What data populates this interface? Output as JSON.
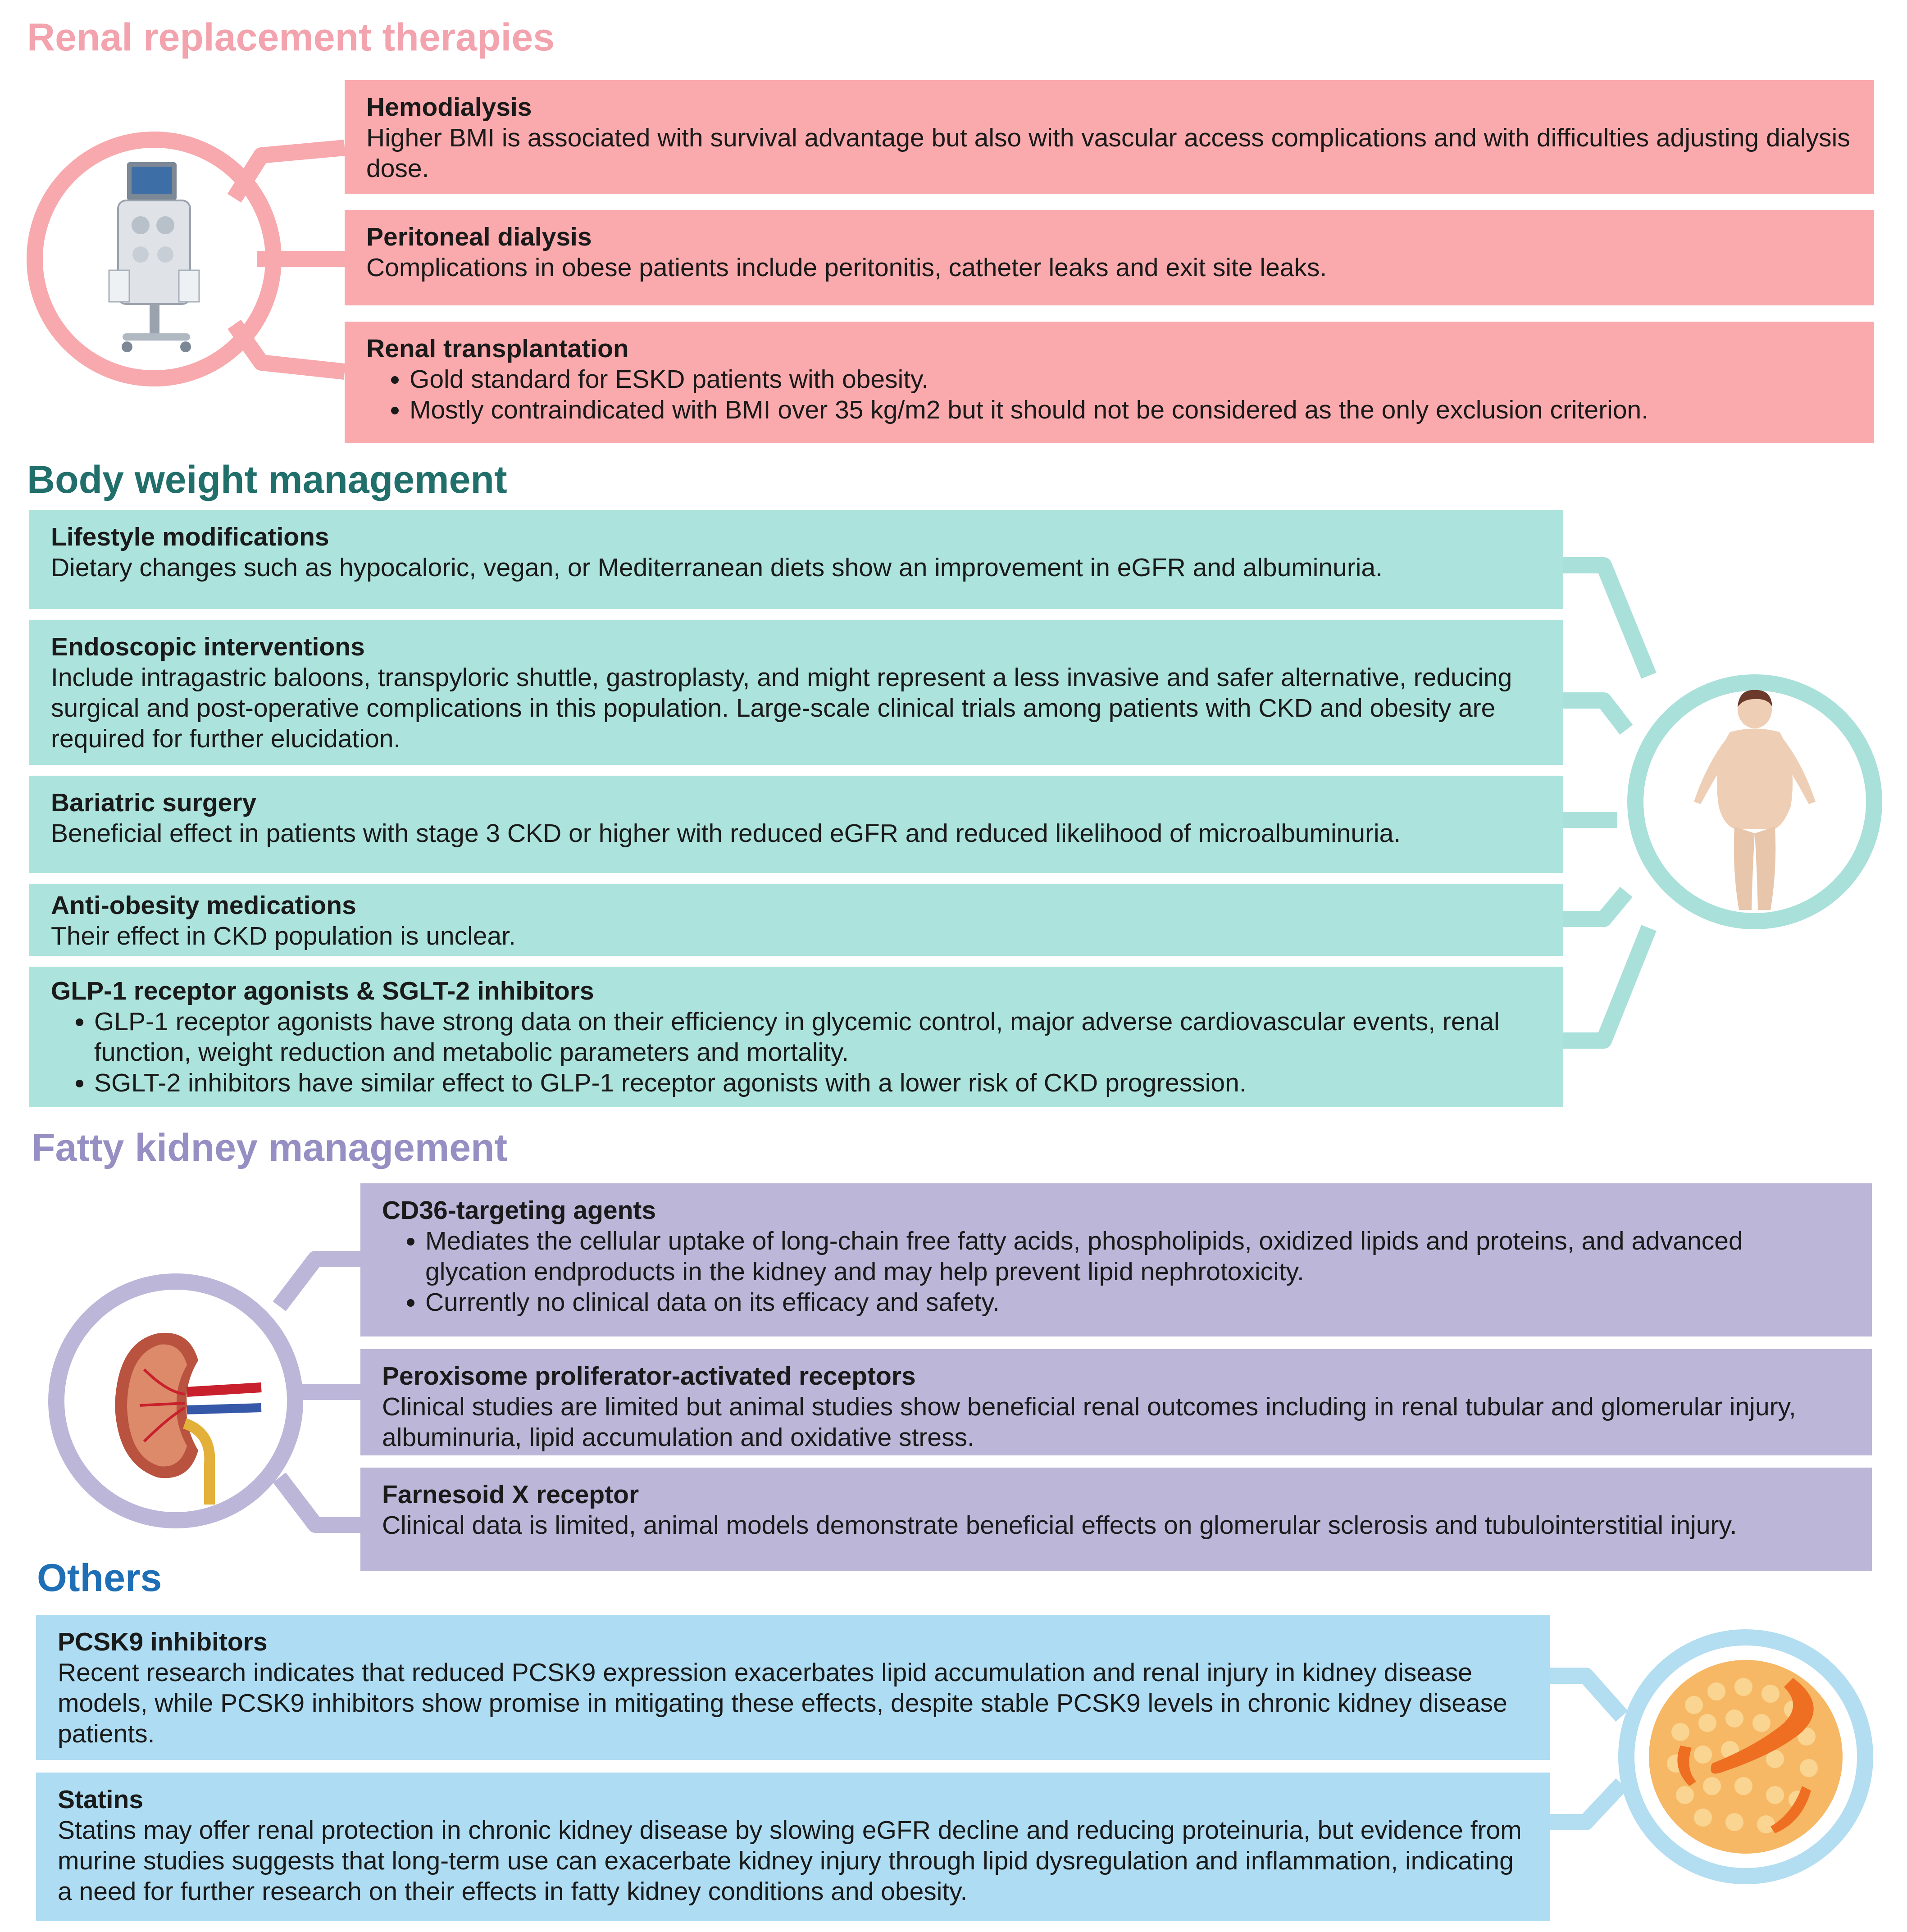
{
  "sections": {
    "rrt": {
      "title": "Renal replacement therapies",
      "color": "#f3a3ad",
      "box_color": "#faa9ad",
      "icon": "dialysis-machine-icon",
      "items": [
        {
          "title": "Hemodialysis",
          "text": "Higher BMI is associated with survival advantage but also with vascular access complications and with difficulties adjusting dialysis dose."
        },
        {
          "title": "Peritoneal dialysis",
          "text": "Complications in obese patients include peritonitis, catheter leaks and exit site leaks."
        },
        {
          "title": "Renal transplantation",
          "bullets": [
            "Gold standard for ESKD patients with obesity.",
            "Mostly contraindicated with BMI over 35 kg/m2 but it should not be considered as the only exclusion criterion."
          ]
        }
      ]
    },
    "bwm": {
      "title": "Body weight management",
      "color": "#216f6a",
      "box_color": "#ace3dc",
      "icon": "obese-person-icon",
      "items": [
        {
          "title": "Lifestyle modifications",
          "text": "Dietary changes such as hypocaloric, vegan, or Mediterranean diets show an improvement in eGFR and albuminuria."
        },
        {
          "title": "Endoscopic interventions",
          "text": "Include intragastric baloons, transpyloric shuttle, gastroplasty, and might represent a less invasive and safer alternative, reducing surgical and post-operative complications in this population. Large-scale clinical trials among patients with CKD and obesity are required for further elucidation."
        },
        {
          "title": "Bariatric surgery",
          "text": "Beneficial effect in patients with stage 3 CKD or higher with reduced eGFR and reduced likelihood of microalbuminuria."
        },
        {
          "title": "Anti-obesity medications",
          "text": "Their effect in CKD population is unclear."
        },
        {
          "title": "GLP-1 receptor agonists & SGLT-2 inhibitors",
          "bullets": [
            "GLP-1 receptor agonists have strong data on their efficiency in glycemic control, major adverse cardiovascular events, renal function, weight reduction and metabolic parameters and mortality.",
            "SGLT-2 inhibitors have similar effect to GLP-1 receptor agonists with a lower risk of CKD progression."
          ]
        }
      ]
    },
    "fkm": {
      "title": "Fatty kidney management",
      "color": "#968fc3",
      "box_color": "#bcb6d9",
      "icon": "kidney-icon",
      "items": [
        {
          "title": "CD36-targeting agents",
          "bullets": [
            "Mediates the cellular uptake of long-chain free fatty acids, phospholipids, oxidized lipids and proteins, and advanced glycation endproducts in the kidney and may help prevent lipid nephrotoxicity.",
            "Currently no clinical data on its efficacy and safety."
          ]
        },
        {
          "title": "Peroxisome proliferator-activated receptors",
          "text": "Clinical studies are limited but animal studies show beneficial renal outcomes including in renal tubular and glomerular injury, albuminuria, lipid accumulation and oxidative stress."
        },
        {
          "title": "Farnesoid X receptor",
          "text": "Clinical data is limited, animal models demonstrate beneficial effects on glomerular sclerosis and tubulointerstitial injury."
        }
      ]
    },
    "oth": {
      "title": "Others",
      "color": "#1e6fb5",
      "box_color": "#aedcf2",
      "icon": "fat-cell-icon",
      "items": [
        {
          "title": "PCSK9 inhibitors",
          "text": "Recent research indicates that reduced PCSK9 expression exacerbates lipid accumulation and renal injury in kidney disease models, while PCSK9 inhibitors show promise in mitigating these effects, despite stable PCSK9 levels in chronic kidney disease patients."
        },
        {
          "title": "Statins",
          "text": "Statins may offer renal protection in chronic kidney disease by slowing eGFR decline and reducing proteinuria, but evidence from murine studies suggests that long-term use can exacerbate kidney injury through lipid dysregulation and inflammation, indicating a need for further research on their effects in fatty kidney conditions and obesity."
        }
      ]
    }
  }
}
